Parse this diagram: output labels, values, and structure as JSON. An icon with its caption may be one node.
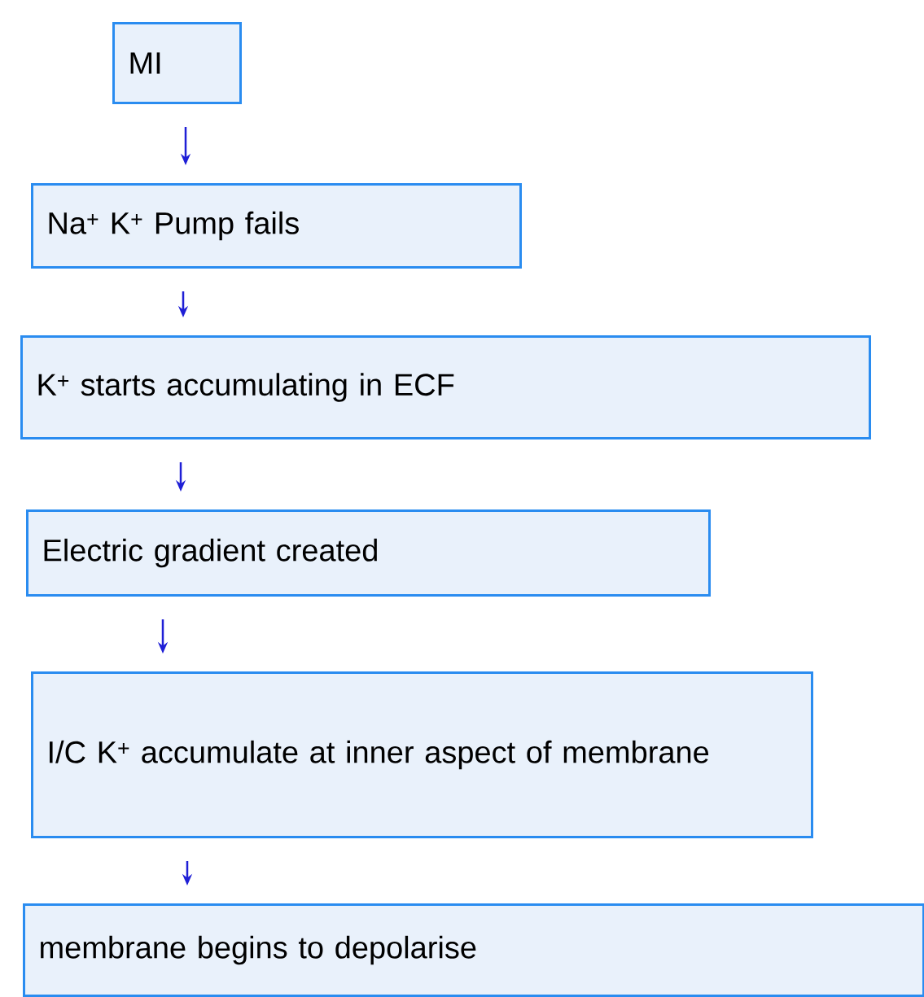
{
  "diagram": {
    "nodes": [
      {
        "text": [
          "MI"
        ]
      },
      {
        "text": [
          "Na$^{+}$ K$^{+}$ Pump fails"
        ]
      },
      {
        "text": [
          "K$^{+}$ starts accumulating in ECF"
        ]
      },
      {
        "text": [
          "Electric gradient created"
        ]
      },
      {
        "text": [
          "I/C K$^{+}$ accumulate at inner aspect of membrane"
        ]
      },
      {
        "text": [
          "membrane begins to depolarise"
        ]
      }
    ],
    "edges": [
      {
        "from": 0,
        "to": 1,
        "arrow": "to"
      },
      {
        "from": 1,
        "to": 2,
        "arrow": "to"
      },
      {
        "from": 2,
        "to": 3,
        "arrow": "to"
      },
      {
        "from": 3,
        "to": 4,
        "arrow": "to"
      },
      {
        "from": 4,
        "to": 5,
        "arrow": "to"
      }
    ]
  }
}
